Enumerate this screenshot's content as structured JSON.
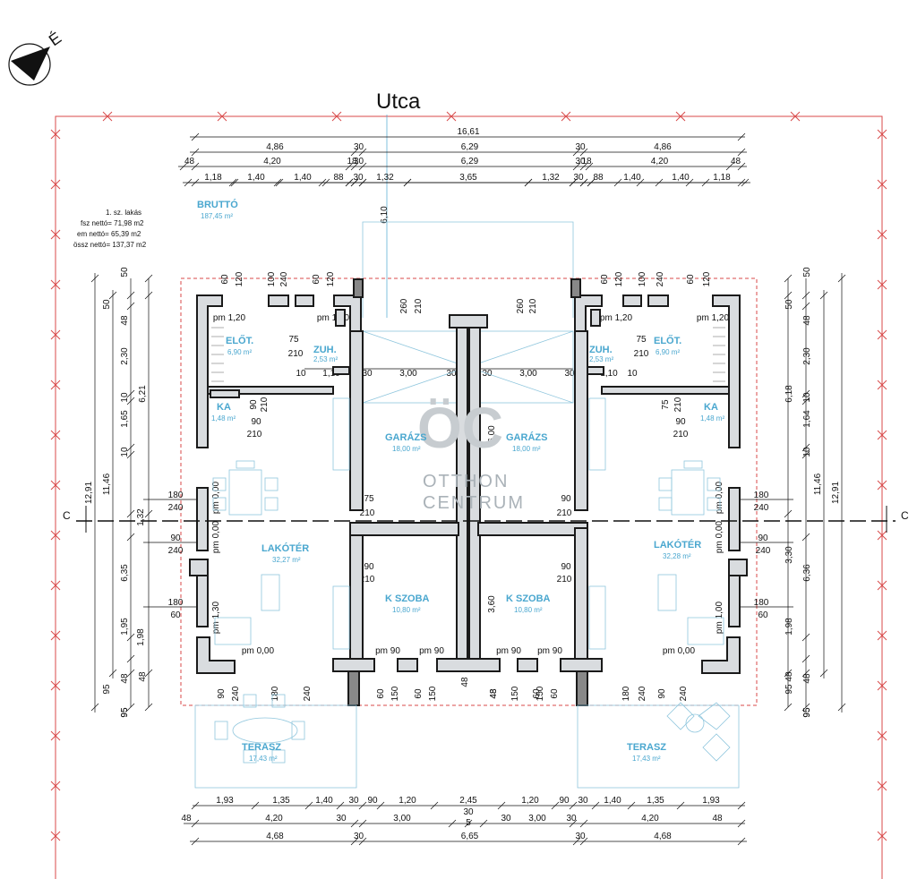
{
  "street": "Utca",
  "compass_label": "É",
  "section_label": "C",
  "brutto": {
    "label": "BRUTTÓ",
    "area": "187,45 m²"
  },
  "flat_info": [
    "1. sz. lakás",
    "fsz nettó= 71,98 m2",
    "em nettó= 65,39 m2",
    "össz nettó= 137,37 m2"
  ],
  "watermark": {
    "mark": "ÖC",
    "line1": "OTTHON",
    "line2": "CENTRUM"
  },
  "rooms": [
    {
      "name": "ELŐT.",
      "area": "6,90 m²"
    },
    {
      "name": "ZUH.",
      "area": "2,53 m²"
    },
    {
      "name": "KA",
      "area": "1,48 m²"
    },
    {
      "name": "GARÁZS",
      "area": "18,00 m²"
    },
    {
      "name": "LAKÓTÉR",
      "area": "32,27 m²"
    },
    {
      "name": "K SZOBA",
      "area": "10,80 m²"
    },
    {
      "name": "TERASZ",
      "area": "17,43 m²"
    },
    {
      "name": "GARÁZS",
      "area": "18,00 m²"
    },
    {
      "name": "ZUH.",
      "area": "2,53 m²"
    },
    {
      "name": "ELŐT.",
      "area": "6,90 m²"
    },
    {
      "name": "KA",
      "area": "1,48 m²"
    },
    {
      "name": "LAKÓTÉR",
      "area": "32,28 m²"
    },
    {
      "name": "K SZOBA",
      "area": "10,80 m²"
    },
    {
      "name": "TERASZ",
      "area": "17,43 m²"
    }
  ],
  "dims": {
    "top_total": "16,61",
    "top_row1": [
      "4,86",
      "30",
      "6,29",
      "30",
      "4,86"
    ],
    "top_row2": [
      "48",
      "4,20",
      "18",
      "30",
      "6,29",
      "30",
      "18",
      "4,20",
      "48"
    ],
    "top_row3": [
      "1,18",
      "1,40",
      "1,40",
      "88",
      "30",
      "1,32",
      "3,65",
      "1,32",
      "30",
      "88",
      "1,40",
      "1,40",
      "1,18"
    ],
    "garage_depth": "6,10",
    "bottom_row1": [
      "1,93",
      "1,35",
      "1,40",
      "30",
      "90",
      "1,20",
      "2,45",
      "1,20",
      "90",
      "30",
      "1,40",
      "1,35",
      "1,93"
    ],
    "bottom_row2": [
      "48",
      "4,20",
      "30",
      "3,00",
      "30",
      "5",
      "30",
      "3,00",
      "30",
      "4,20",
      "48"
    ],
    "bottom_row3": [
      "4,68",
      "30",
      "6,65",
      "30",
      "4,68"
    ],
    "left_outer": [
      "12,91",
      "11,46"
    ],
    "left_segments": [
      "50",
      "48",
      "2,30",
      "10",
      "1,65",
      "10",
      "1,32",
      "6,35",
      "1,95",
      "1,98",
      "48",
      "95",
      "95"
    ],
    "left_small": [
      "50",
      "6,21",
      "48",
      "95"
    ],
    "right_outer": [
      "12,91",
      "11,46"
    ],
    "right_segments": [
      "50",
      "48",
      "2,30",
      "10",
      "1,64",
      "10",
      "3,30",
      "6,36",
      "1,98",
      "48",
      "95",
      "95"
    ],
    "right_small": [
      "50",
      "6,18",
      "48",
      "95"
    ],
    "openings": [
      "60",
      "120",
      "100",
      "240",
      "60",
      "120",
      "260",
      "210",
      "48",
      "6,00",
      "3,60",
      "48",
      "260",
      "210",
      "60",
      "120",
      "100",
      "240",
      "60",
      "120"
    ],
    "labels_misc": [
      "pm 1,20",
      "75",
      "210",
      "pm 1,20",
      "10",
      "1,10",
      "30",
      "3,00",
      "30",
      "30",
      "3,00",
      "30",
      "1,10",
      "10",
      "75",
      "210",
      "pm 1,20",
      "pm 1,20"
    ],
    "door_labels": [
      "90",
      "210",
      "75",
      "210",
      "90",
      "210",
      "90",
      "210",
      "90",
      "210",
      "90",
      "210",
      "75",
      "210",
      "90",
      "210"
    ],
    "window_left": [
      "180",
      "240",
      "90",
      "240",
      "180",
      "60"
    ],
    "window_right": [
      "180",
      "240",
      "90",
      "240",
      "180",
      "60"
    ],
    "pm_left": [
      "pm 0,00",
      "pm 0,00",
      "pm 1,30",
      "pm 0,00"
    ],
    "pm_right": [
      "pm 0,00",
      "pm 0,00",
      "pm 1,00",
      "pm 0,00"
    ],
    "pm_bottom": [
      "pm 90",
      "pm 90",
      "pm 90",
      "pm 90"
    ],
    "bottom_vert": [
      "90",
      "240",
      "180",
      "240",
      "60",
      "150",
      "60",
      "150",
      "48",
      "48",
      "150",
      "60",
      "150",
      "60",
      "180",
      "240",
      "90",
      "240"
    ]
  }
}
